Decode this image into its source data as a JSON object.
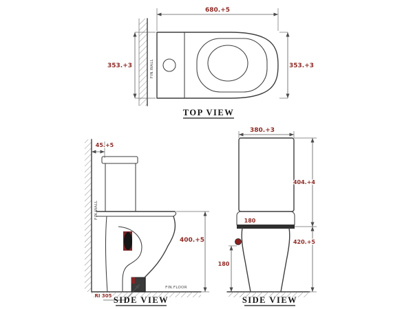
{
  "colors": {
    "dim_text": "#8e2b26",
    "title": "#141414",
    "line": "#3d3d3d",
    "accent_red": "#8b2222",
    "fill_dark": "#1a1a1a"
  },
  "top_view": {
    "title": "TOP VIEW",
    "dim_width": "680.+5",
    "dim_left": "353.+3",
    "dim_right": "353.+3",
    "wall_label": "FIN.WALL"
  },
  "side_view_left": {
    "title": "SIDE VIEW",
    "dim_wall_gap": "45.+5",
    "dim_height": "400.+5",
    "dim_radius": "RI 305",
    "wall_label": "FIN.WALL",
    "floor_label": "FIN.FLOOR"
  },
  "side_view_right": {
    "title": "SIDE VIEW",
    "dim_width": "380.+3",
    "dim_height_upper": "404.+4",
    "dim_height_lower": "420.+5",
    "dim_depth": "180",
    "dim_inlet_height": "180"
  }
}
